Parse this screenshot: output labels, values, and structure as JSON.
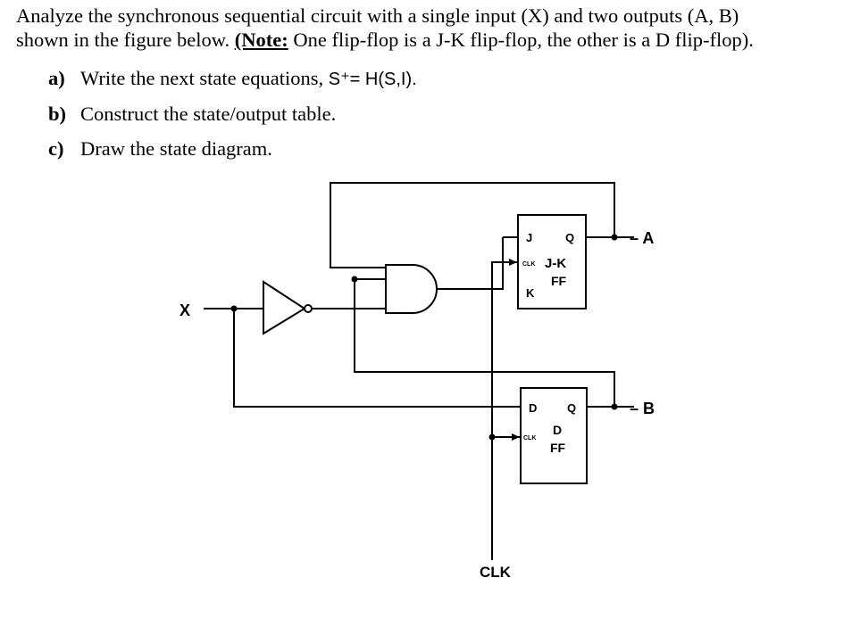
{
  "problem": {
    "line1": "Analyze the synchronous sequential circuit with a single input (X) and two outputs (A, B)",
    "line2_start": "shown in the figure below. ",
    "note_label": "(Note:",
    "line2_end": " One flip-flop is a J-K flip-flop, the other is a D flip-flop)."
  },
  "items": [
    {
      "tag": "a)",
      "text": "Write the next state equations, ",
      "formula": "S⁺= H(S,I)."
    },
    {
      "tag": "b)",
      "text": "Construct the state/output table.",
      "formula": ""
    },
    {
      "tag": "c)",
      "text": "Draw the state diagram.",
      "formula": ""
    }
  ],
  "circuit": {
    "input_label": "X",
    "output_a": "A",
    "output_b": "B",
    "clock_label": "CLK",
    "jk_ff": {
      "j": "J",
      "k": "K",
      "q": "Q",
      "clk": "CLK",
      "name1": "J-K",
      "name2": "FF"
    },
    "d_ff": {
      "d": "D",
      "q": "Q",
      "clk": "CLK",
      "name1": "D",
      "name2": "FF"
    }
  }
}
